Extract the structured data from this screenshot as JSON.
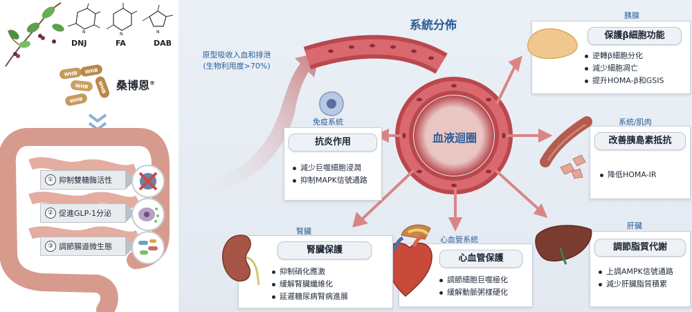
{
  "molecules": [
    {
      "name": "DNJ"
    },
    {
      "name": "FA"
    },
    {
      "name": "DAB"
    }
  ],
  "brand": {
    "name": "桑博恩",
    "mark": "®",
    "pill_text": "WHB"
  },
  "mechanisms": [
    {
      "num": "①",
      "label": "抑制雙糖酶活性"
    },
    {
      "num": "②",
      "label": "促進GLP-1分泌"
    },
    {
      "num": "③",
      "label": "調節腸道微生態"
    }
  ],
  "absorption": {
    "line1": "原型吸收入血和排泄",
    "line2": "(生物利用度>70%)"
  },
  "system_title": "系統分佈",
  "center_label": "血液迴圈",
  "cards": {
    "pancreas": {
      "organ": "胰腺",
      "title": "保護β細胞功能",
      "items": [
        "逆轉β細胞分化",
        "減少細胞凋亡",
        "提升HOMA-β和GSIS"
      ]
    },
    "muscle": {
      "organ": "系統/肌肉",
      "title": "改善胰島素抵抗",
      "items": [
        "降低HOMA-IR"
      ]
    },
    "liver": {
      "organ": "肝臟",
      "title": "調節脂質代謝",
      "items": [
        "上調AMPK信號通路",
        "減少肝臟脂質積累"
      ]
    },
    "cardio": {
      "organ": "心血管系統",
      "title": "心血管保護",
      "items": [
        "調節細胞巨噬極化",
        "緩解動脈粥樣硬化"
      ]
    },
    "kidney": {
      "organ": "腎臟",
      "title": "腎臟保護",
      "items": [
        "抑制硝化應激",
        "緩解腎臟纖維化",
        "延遲糖尿病腎病進展"
      ]
    },
    "immune": {
      "organ": "免疫系統",
      "title": "抗炎作用",
      "items": [
        "減少巨噬細胞浸潤",
        "抑制MAPK信號通路"
      ]
    }
  },
  "colors": {
    "accent_blue": "#2a5d97",
    "vessel": "#c2555a",
    "arrow_pink": "#d98586"
  }
}
